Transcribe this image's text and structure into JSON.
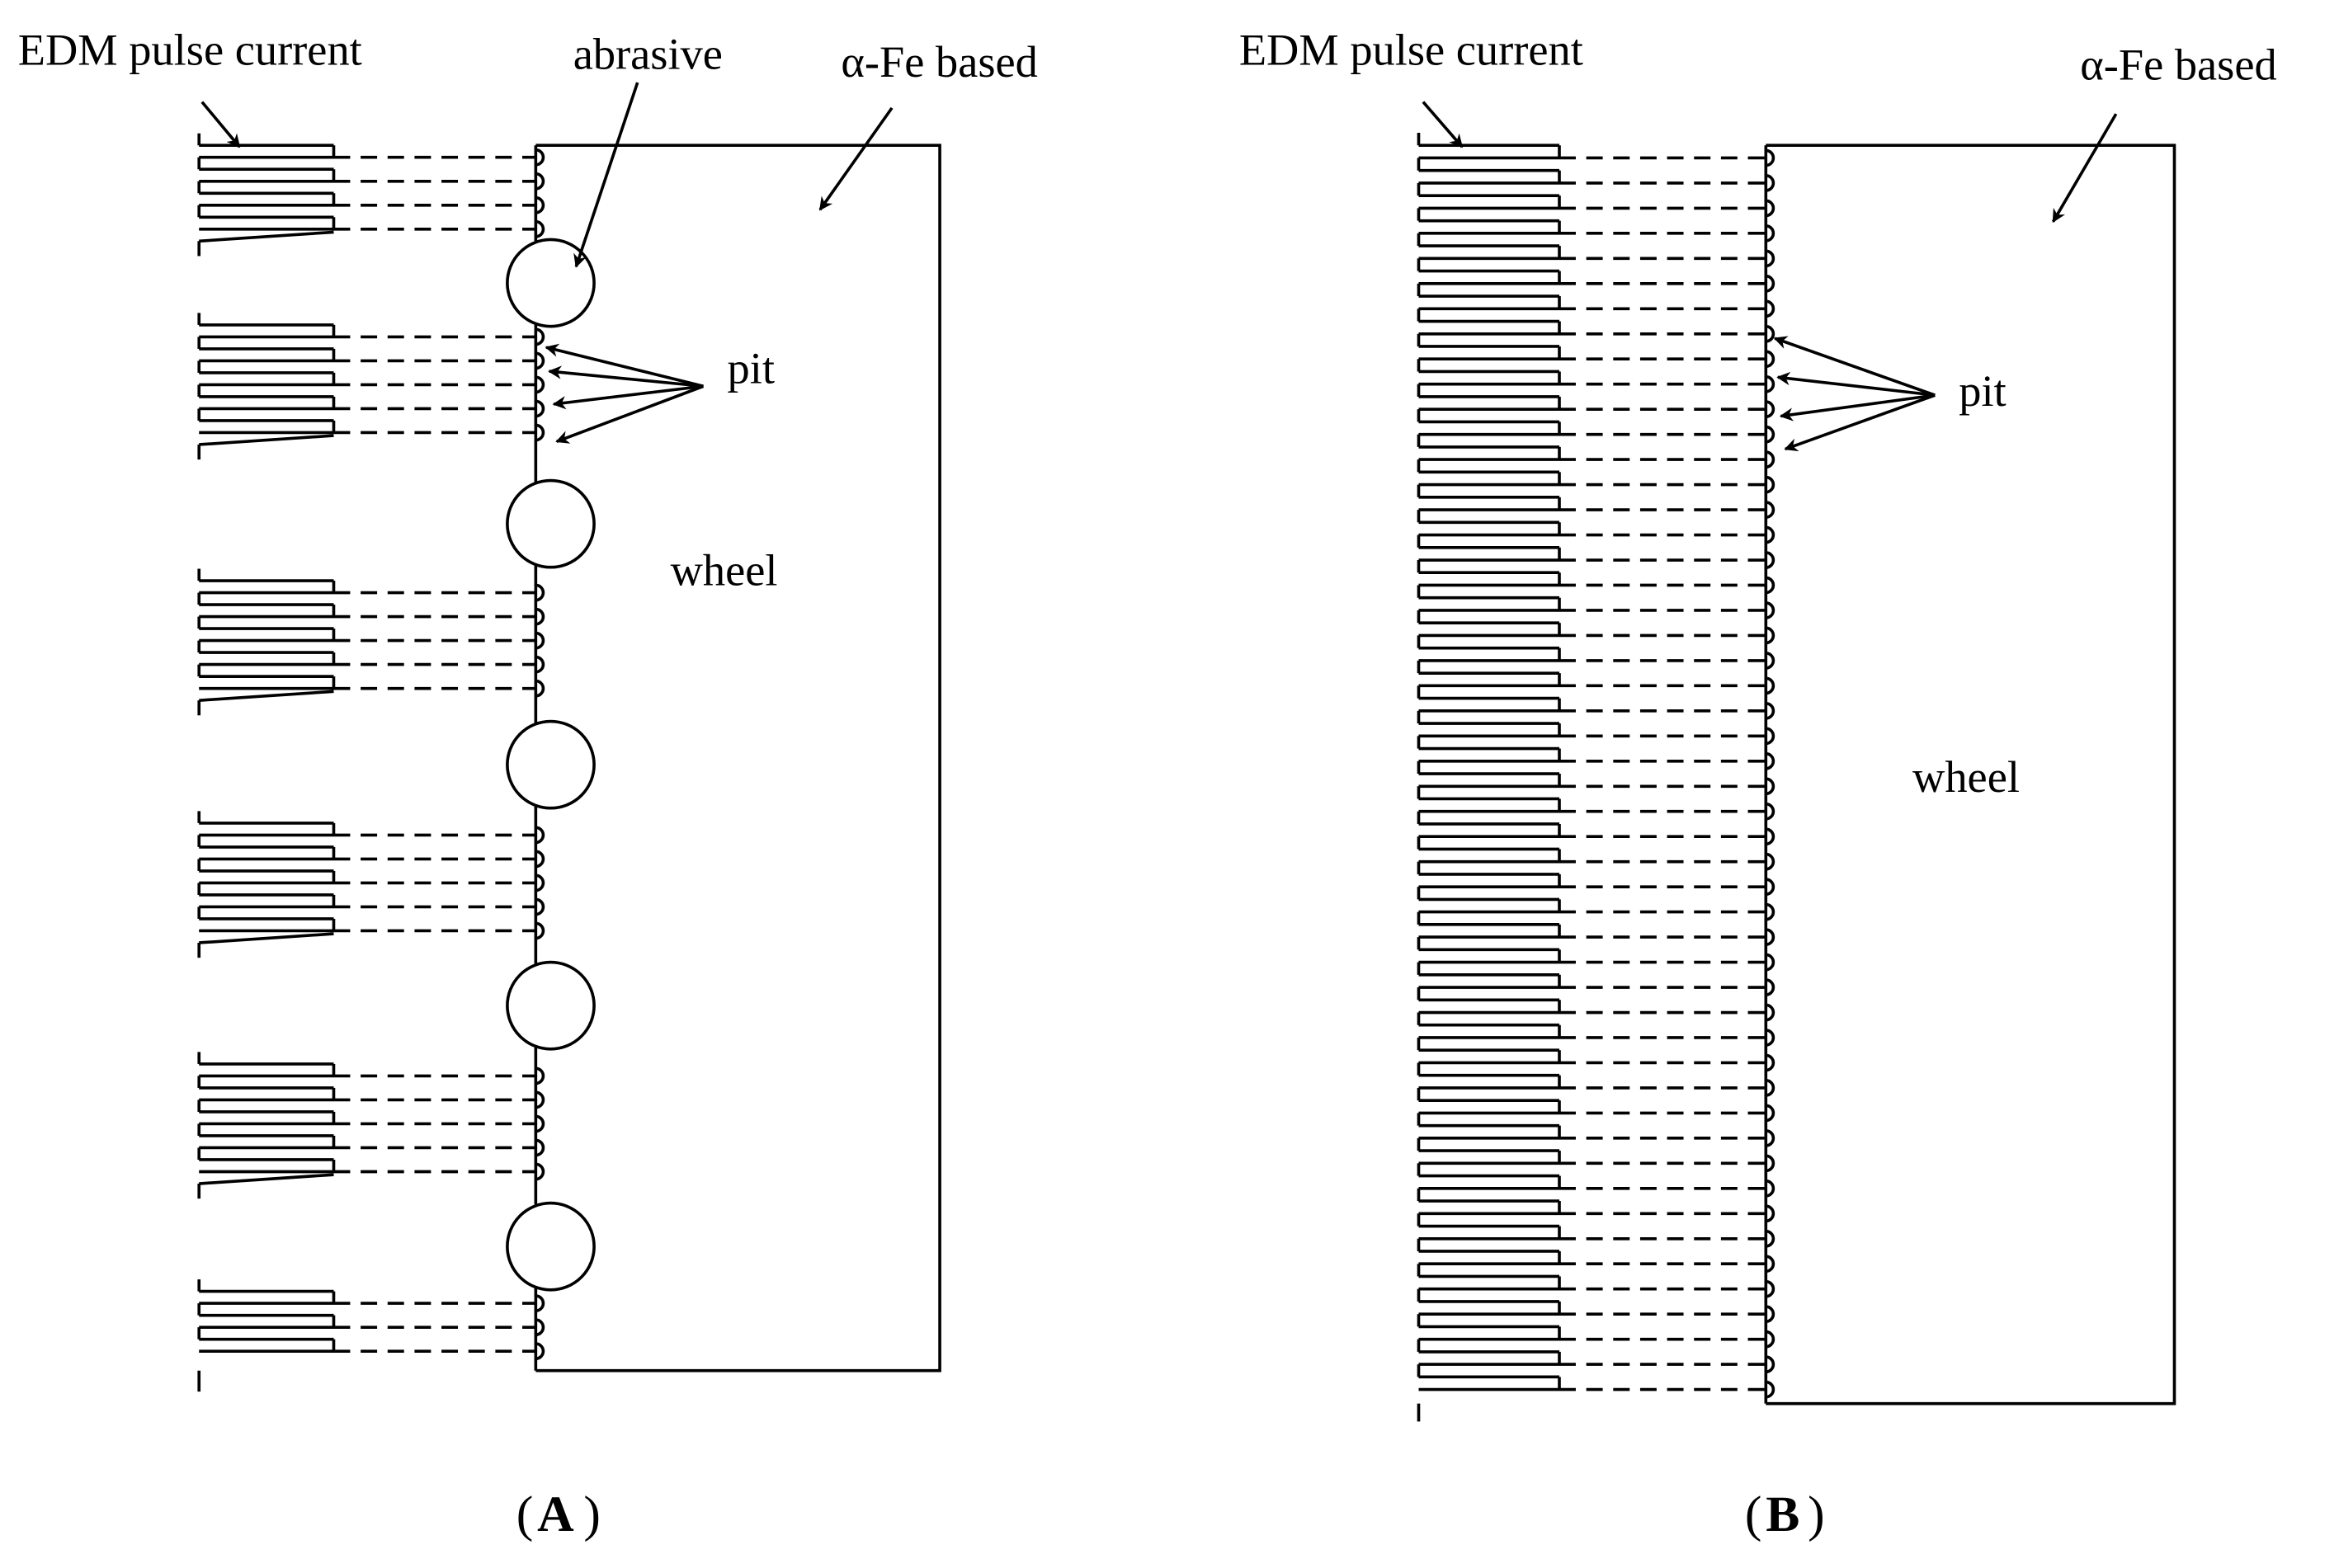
{
  "panels": [
    {
      "id": "A",
      "caption": "A",
      "label_edm": "EDM pulse current",
      "label_abrasive": "abrasive",
      "label_wheel_material": "α-Fe based",
      "label_pit": "pit",
      "label_wheel": "wheel",
      "abrasive_count": 5,
      "pit_arrow_count": 4
    },
    {
      "id": "B",
      "caption": "B",
      "label_edm": "EDM pulse current",
      "label_wheel_material": "α-Fe based",
      "label_pit": "pit",
      "label_wheel": "wheel",
      "abrasive_count": 0,
      "pit_arrow_count": 4
    }
  ],
  "colors": {
    "line": "#000000",
    "background": "#ffffff"
  }
}
